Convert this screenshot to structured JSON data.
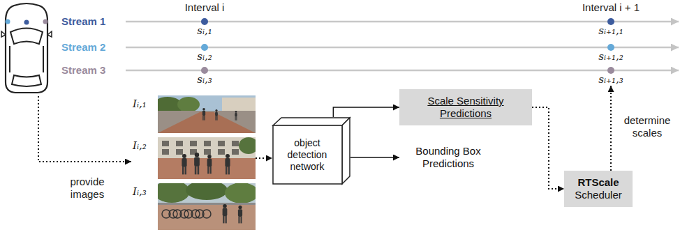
{
  "diagram": {
    "nodes": [
      {
        "text": [
          "sᵢ,₁"
        ]
      },
      {
        "text": [
          "sᵢ₊₁,₁"
        ]
      },
      {
        "text": [
          "sᵢ,₂"
        ]
      },
      {
        "text": [
          "sᵢ₊₁,₂"
        ]
      },
      {
        "text": [
          "sᵢ,₃"
        ]
      },
      {
        "text": [
          "sᵢ₊₁,₃"
        ]
      },
      {
        "text": [
          "Iᵢ,₁"
        ]
      },
      {
        "text": [
          "Iᵢ,₂"
        ]
      },
      {
        "text": [
          "Iᵢ,₃"
        ]
      },
      {
        "text": [
          "object detection network"
        ]
      },
      {
        "text": [
          "Scale Sensitivity Predictions"
        ]
      },
      {
        "text": [
          "Bounding Box Predictions"
        ]
      },
      {
        "text": [
          "RTScale",
          "Scheduler"
        ]
      }
    ],
    "edges": [
      {
        "from": 7,
        "to": 9,
        "arrow": "to"
      },
      {
        "from": 9,
        "to": 10,
        "arrow": "to"
      },
      {
        "from": 9,
        "to": 11,
        "arrow": "to"
      },
      {
        "from": 10,
        "to": 12,
        "arrow": "to"
      },
      {
        "from": 12,
        "to": 5,
        "label": "determine scales",
        "arrow": "to"
      }
    ],
    "labels": [
      "Interval i",
      "Interval i + 1",
      "Stream 1",
      "Stream 2",
      "Stream 3",
      "provide images"
    ]
  }
}
